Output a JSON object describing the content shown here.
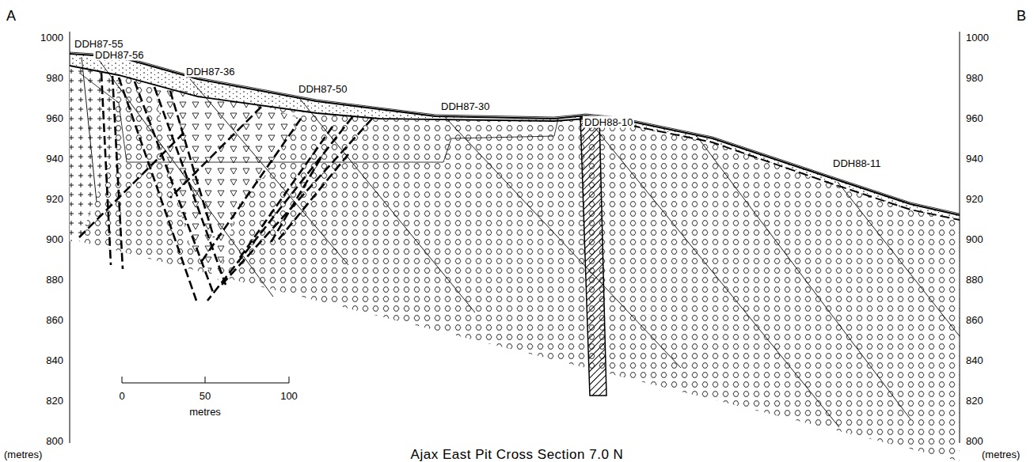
{
  "diagram": {
    "title": "Ajax East Pit Cross Section 7.0 N",
    "labels": [
      "A",
      "B",
      "1000",
      "980",
      "960",
      "940",
      "920",
      "900",
      "880",
      "860",
      "840",
      "820",
      "800",
      "1000",
      "980",
      "960",
      "940",
      "920",
      "900",
      "880",
      "860",
      "840",
      "820",
      "800",
      "DDH87-55",
      "DDH87-56",
      "DDH87-36",
      "DDH87-50",
      "DDH87-30",
      "DDH88-10",
      "DDH88-11",
      "0",
      "50",
      "100",
      "metres",
      "(metres)",
      "(metres)"
    ]
  }
}
